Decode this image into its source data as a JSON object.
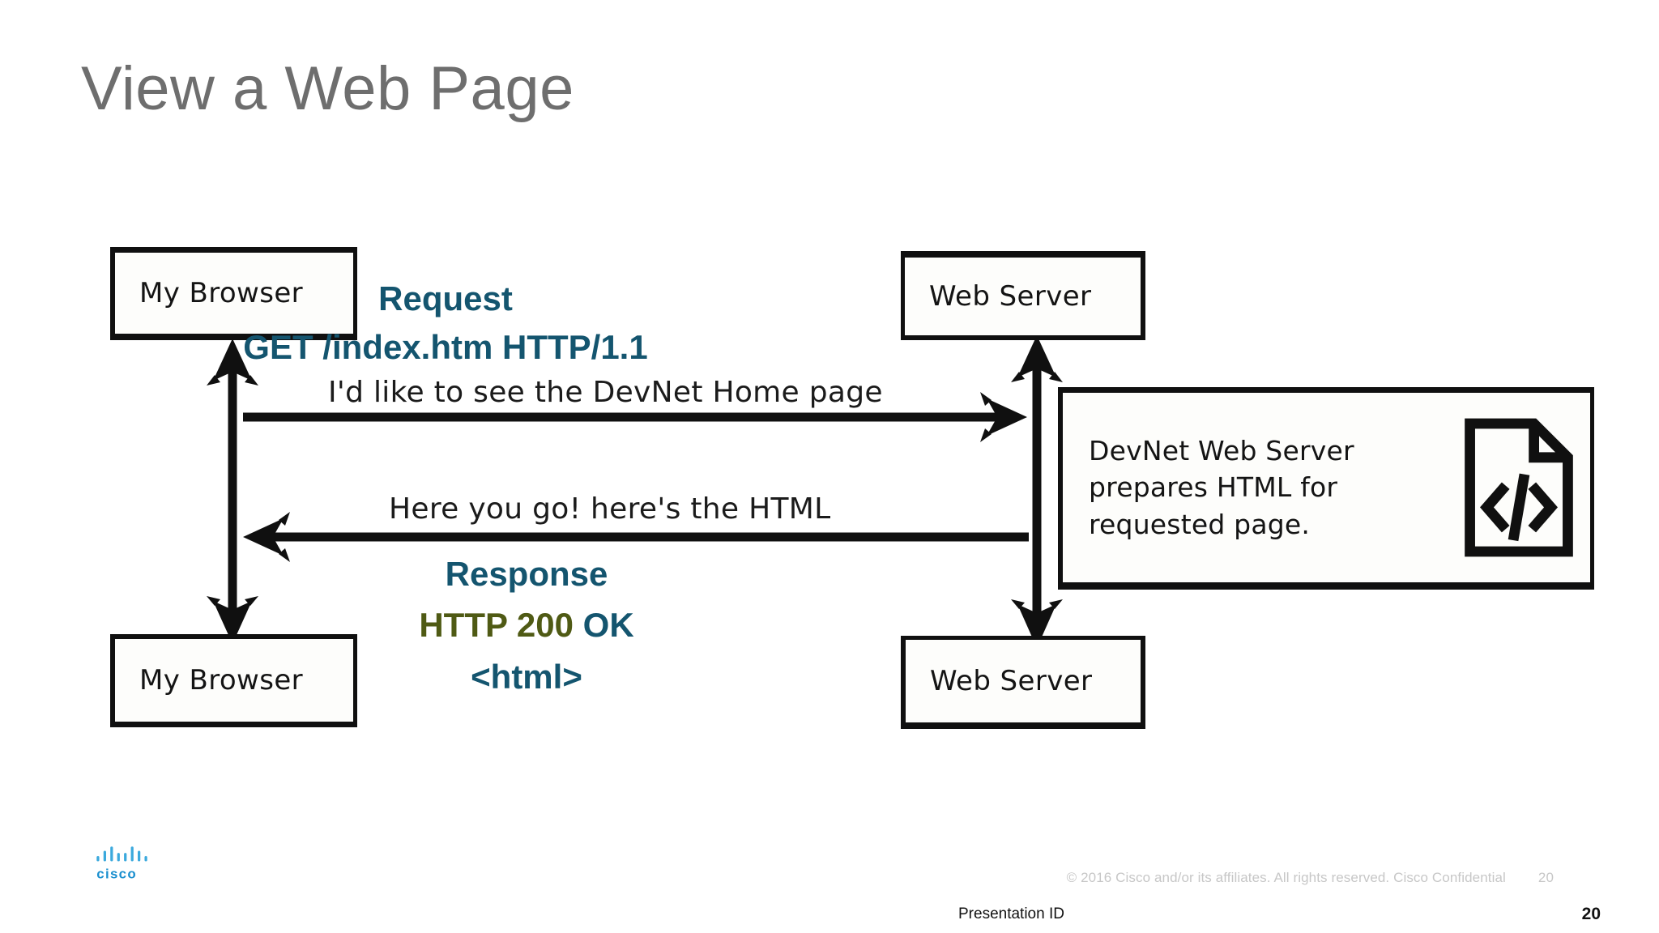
{
  "slide": {
    "title": "View a Web Page"
  },
  "diagram": {
    "boxes": {
      "browser_top": "My Browser",
      "browser_bottom": "My Browser",
      "server_top": "Web Server",
      "server_bottom": "Web Server"
    },
    "devnet_box": {
      "line1": "DevNet Web Server",
      "line2": "prepares HTML for",
      "line3": "requested page.",
      "icon": "code-file-icon"
    },
    "notes": {
      "request_note": "I'd like to see the DevNet Home page",
      "response_note": "Here you go! here's the HTML"
    },
    "labels": {
      "request_title": "Request",
      "request_line": "GET  /index.htm HTTP/1.1",
      "response_title": "Response",
      "response_status_code": "HTTP 200",
      "response_status_ok": " OK",
      "response_body": "<html>"
    },
    "colors": {
      "accent_blue": "#14556f",
      "accent_olive": "#4f5a14",
      "stroke": "#101010",
      "title_gray": "#6e6e6e"
    }
  },
  "footer": {
    "logo_alt": "cisco",
    "logo_wordmark": "cisco",
    "copyright": "© 2016  Cisco and/or its affiliates. All rights reserved.   Cisco Confidential",
    "copyright_page": "20",
    "presentation_id": "Presentation ID",
    "page_number": "20"
  }
}
